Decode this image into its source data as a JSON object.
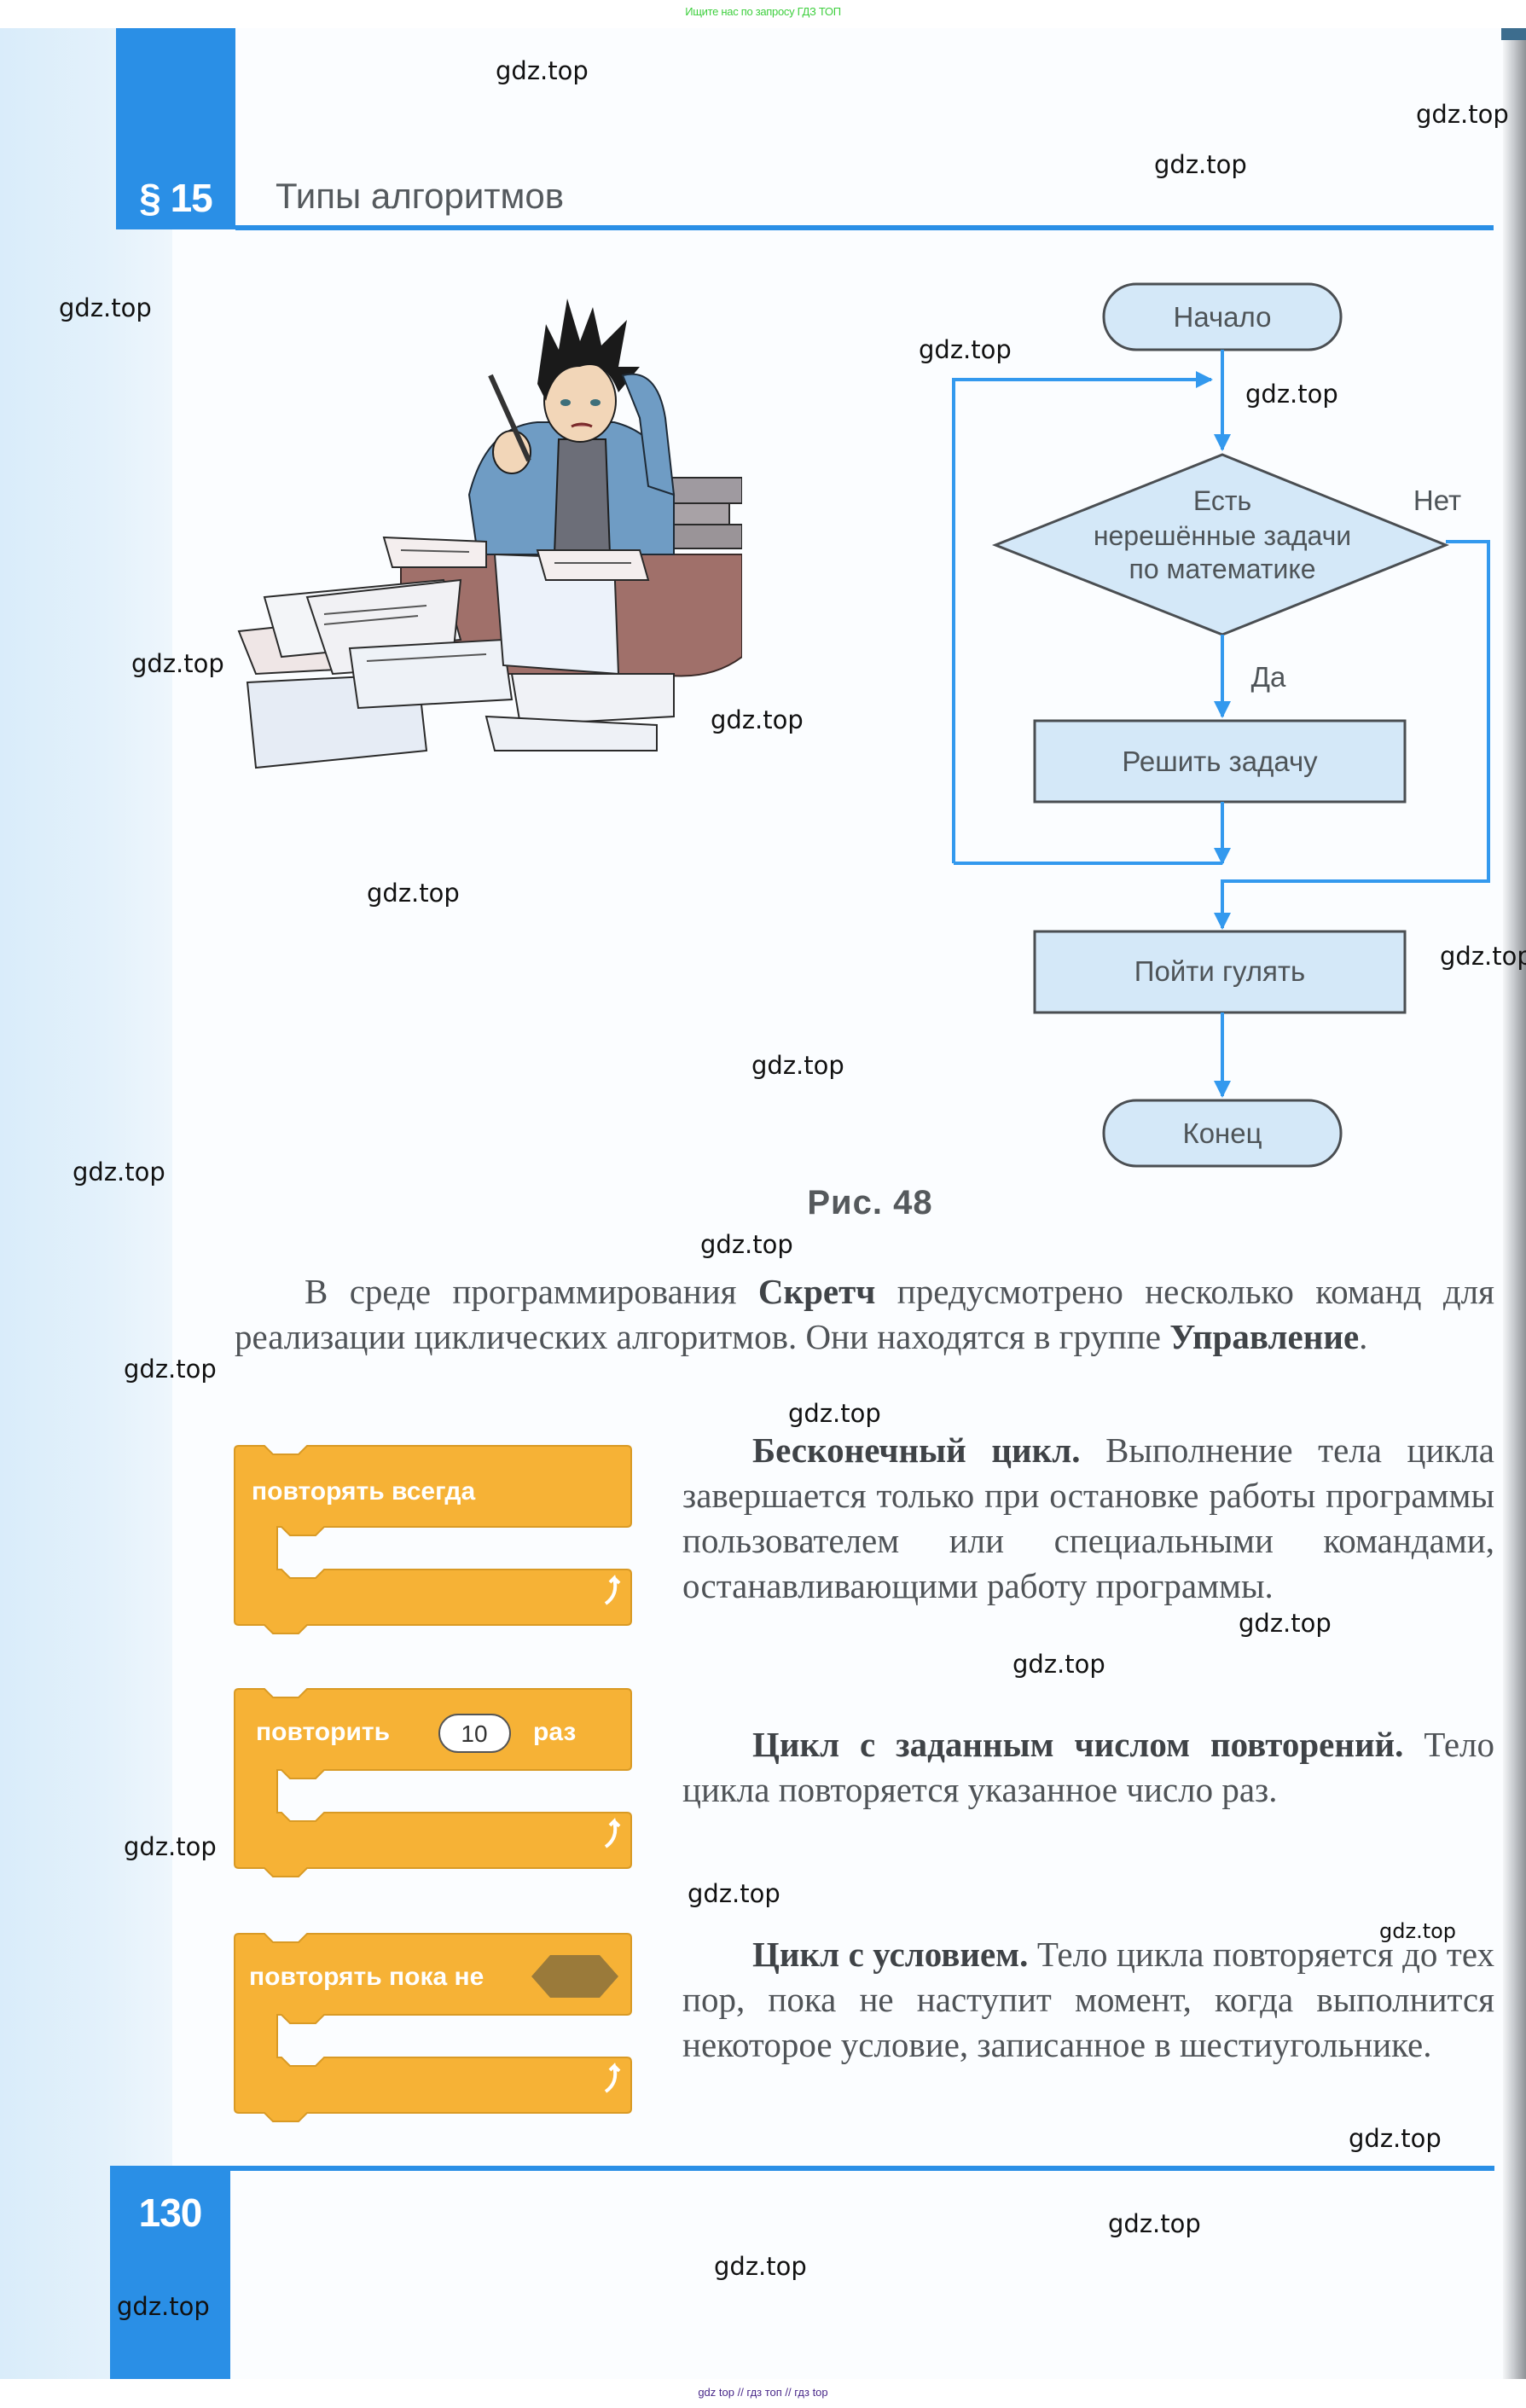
{
  "banners": {
    "top": "Ищите нас по запросу ГДЗ ТОП",
    "bottom": "gdz top  //  гдз топ  //  гдз top"
  },
  "header": {
    "section": "§ 15",
    "title": "Типы алгоритмов"
  },
  "illustration": {
    "description": "Мальчик за столом с кипой бумаг и книг, держится за голову"
  },
  "flowchart": {
    "start": "Начало",
    "condition_lines": [
      "Есть",
      "нерешённые задачи",
      "по математике"
    ],
    "yes_label": "Да",
    "no_label": "Нет",
    "action": "Решить задачу",
    "after": "Пойти гулять",
    "end": "Конец"
  },
  "figure": {
    "caption": "Рис. 48"
  },
  "intro": {
    "part1": "В среде программирования ",
    "bold1": "Скретч",
    "part2": " предусмотрено несколько команд для реализации циклических алгоритмов. Они находятся в группе ",
    "bold2": "Управление",
    "part3": "."
  },
  "blocks": [
    {
      "label": "повторять всегда",
      "term": "Бесконечный цикл.",
      "text": " Выполнение тела цикла завершается только при остановке работы программы пользователем или специальными командами, останавливающими работу программы."
    },
    {
      "label": "повторить",
      "value": "10",
      "suffix": "раз",
      "term": "Цикл с заданным числом повторений.",
      "text": " Тело цикла повторяется указанное число раз."
    },
    {
      "label": "повторять пока не",
      "term": "Цикл с условием.",
      "text": " Тело цикла повторяется до тех пор, пока не наступит момент, когда выполнится некоторое условие, записанное в шестиугольнике."
    }
  ],
  "footer": {
    "page_number": "130"
  },
  "watermark": "gdz.top",
  "colors": {
    "accent_blue": "#2a8fe6",
    "flow_arrow": "#3399ee",
    "flow_fill": "#d4e8f8",
    "scratch_orange": "#f6b236",
    "scratch_condition": "#9a7a3a"
  }
}
